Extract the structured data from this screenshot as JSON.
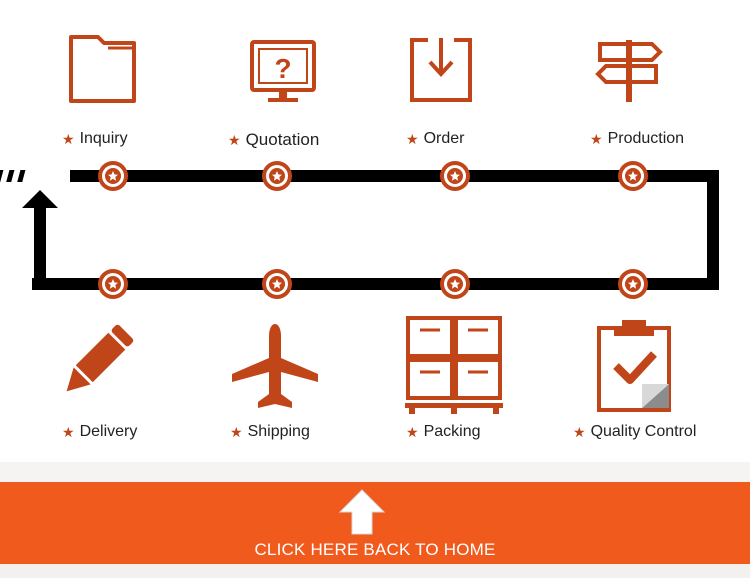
{
  "steps_top": [
    {
      "label": "Inquiry",
      "icon": "folder-icon"
    },
    {
      "label": "Quotation",
      "icon": "monitor-question-icon"
    },
    {
      "label": "Order",
      "icon": "download-box-icon"
    },
    {
      "label": "Production",
      "icon": "signpost-icon"
    }
  ],
  "steps_bottom": [
    {
      "label": "Delivery",
      "icon": "pencil-icon"
    },
    {
      "label": "Shipping",
      "icon": "airplane-icon"
    },
    {
      "label": "Packing",
      "icon": "boxes-icon"
    },
    {
      "label": "Quality Control",
      "icon": "clipboard-check-icon"
    }
  ],
  "home_button": {
    "label": "CLICK HERE BACK TO HOME",
    "icon": "up-arrow-icon"
  },
  "colors": {
    "accent": "#c0461a",
    "button": "#f05a1c",
    "track": "#000000"
  }
}
